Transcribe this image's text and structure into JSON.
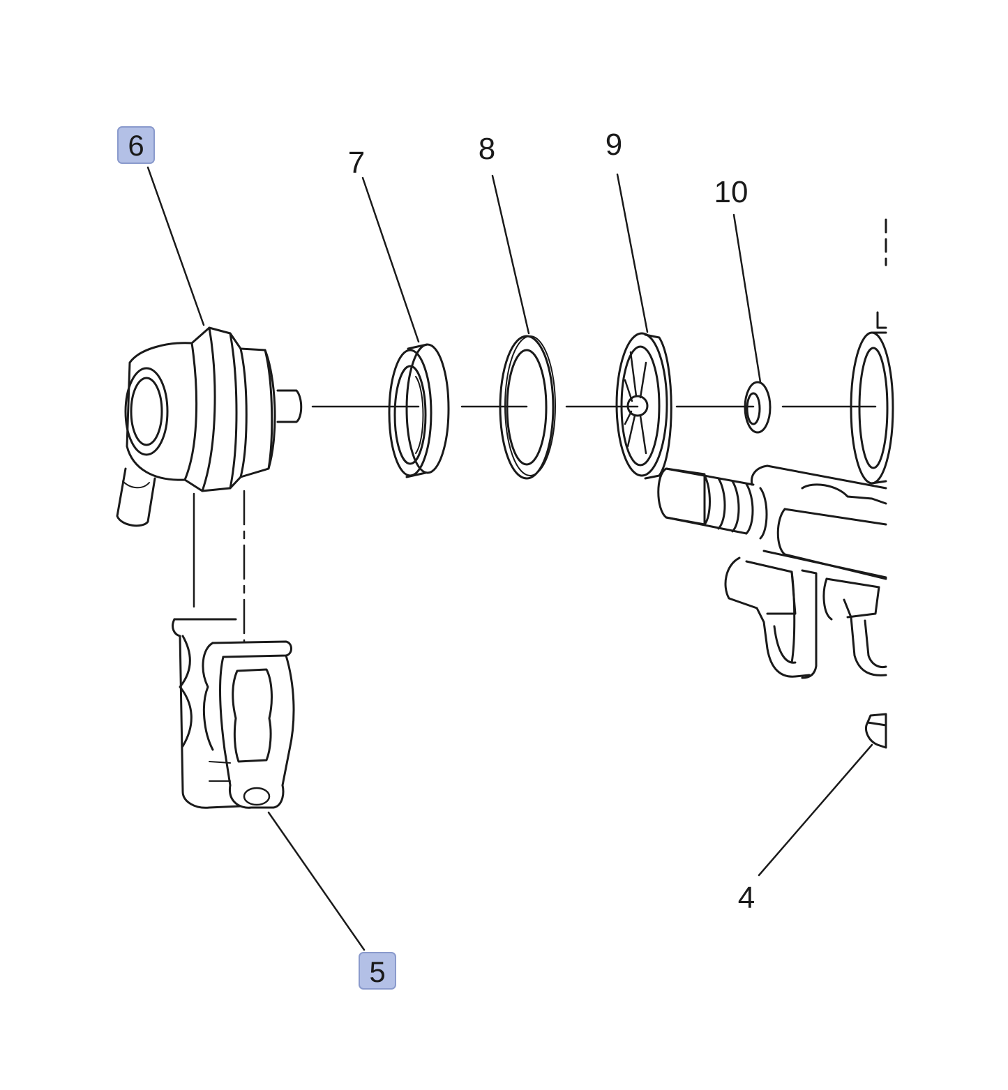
{
  "diagram": {
    "callouts": [
      {
        "id": "c6",
        "text": "6",
        "highlighted": true
      },
      {
        "id": "c7",
        "text": "7",
        "highlighted": false
      },
      {
        "id": "c8",
        "text": "8",
        "highlighted": false
      },
      {
        "id": "c9",
        "text": "9",
        "highlighted": false
      },
      {
        "id": "c10",
        "text": "10",
        "highlighted": false
      },
      {
        "id": "c5",
        "text": "5",
        "highlighted": true
      },
      {
        "id": "c4",
        "text": "4",
        "highlighted": false
      }
    ],
    "colors": {
      "line": "#1a1a1a",
      "highlight_fill": "#b3c0e6",
      "highlight_stroke": "#8a9acc",
      "background": "#ffffff"
    }
  }
}
